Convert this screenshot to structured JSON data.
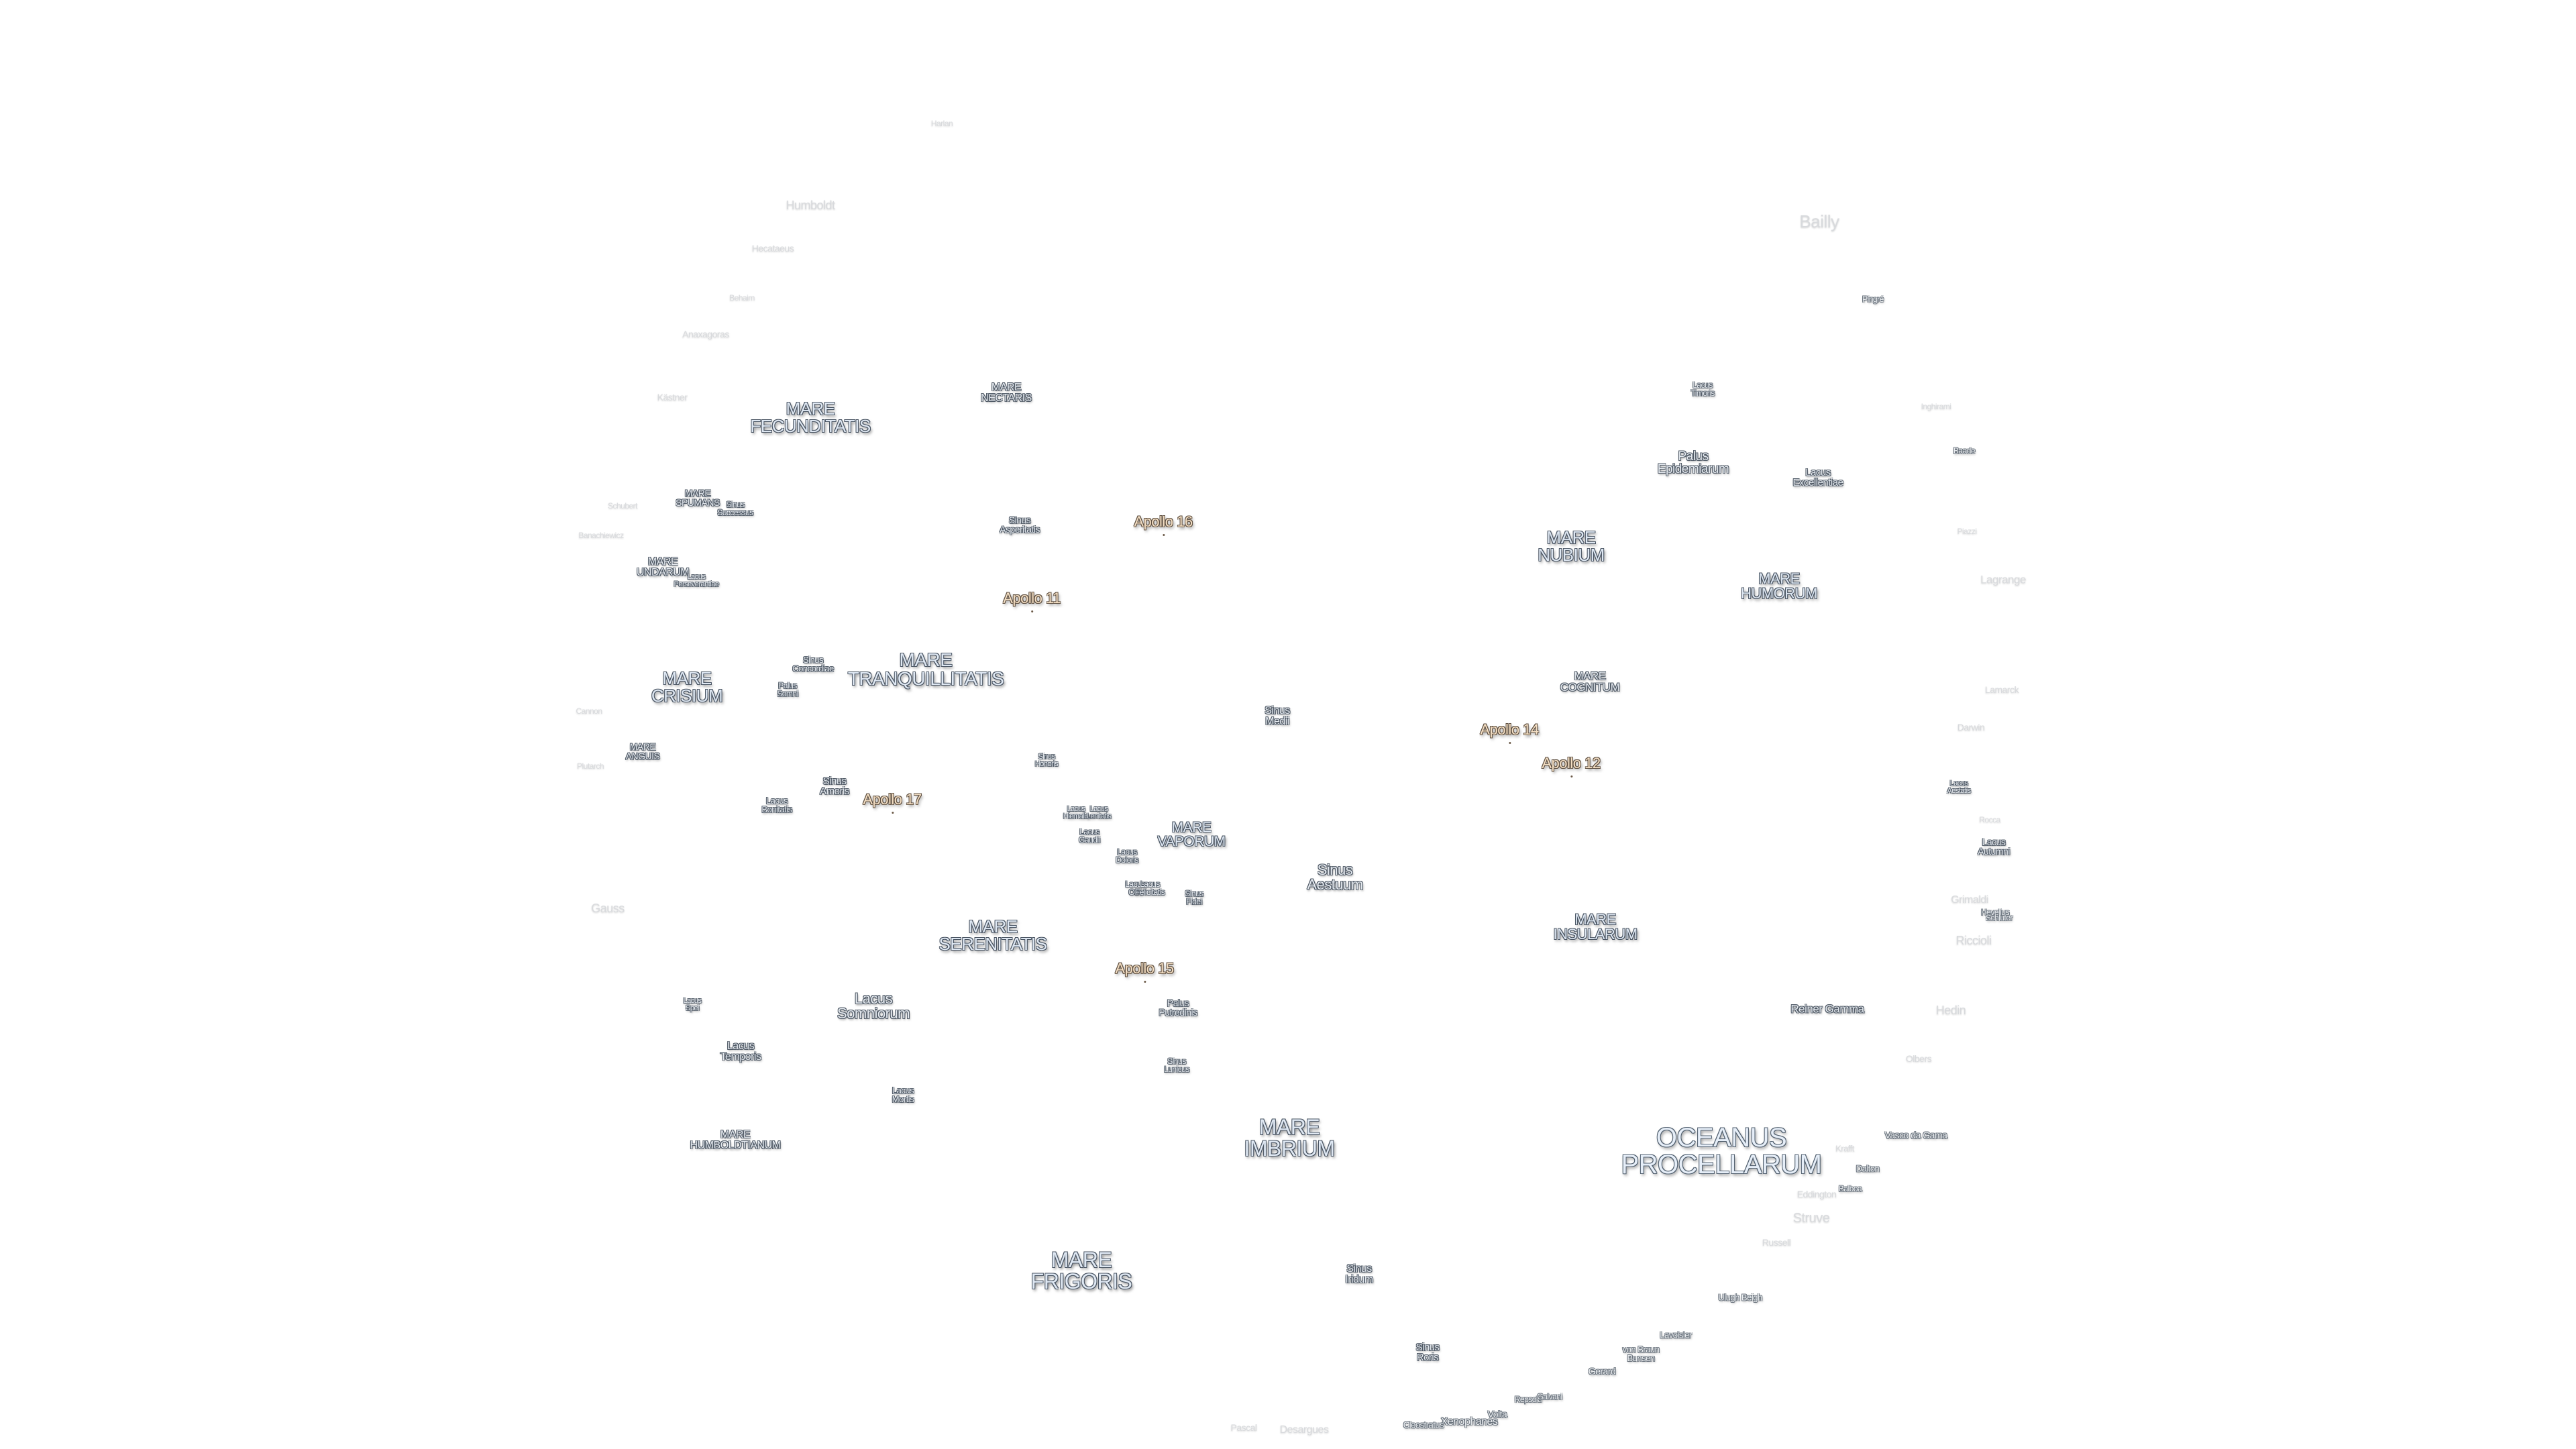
{
  "labels": [
    {
      "text": "MARE\nFECUNDITATIS",
      "kind": "mare"
    },
    {
      "text": "MARE\nNECTARIS",
      "kind": "minor"
    },
    {
      "text": "MARE\nSPUMANS",
      "kind": "minor"
    },
    {
      "text": "Sinus\nSuccessus",
      "kind": "minor"
    },
    {
      "text": "MARE\nUNDARUM",
      "kind": "minor"
    },
    {
      "text": "Lacus\nPerseverantiae",
      "kind": "minor"
    },
    {
      "text": "MARE\nCRISIUM",
      "kind": "mare"
    },
    {
      "text": "Sinus\nConcordiae",
      "kind": "minor"
    },
    {
      "text": "Palus\nSomni",
      "kind": "minor"
    },
    {
      "text": "MARE\nTRANQUILLITATIS",
      "kind": "mare"
    },
    {
      "text": "Sinus\nAsperitatis",
      "kind": "minor"
    },
    {
      "text": "MARE\nANGUIS",
      "kind": "minor"
    },
    {
      "text": "Lacus\nBonitatis",
      "kind": "minor"
    },
    {
      "text": "Sinus\nAmoris",
      "kind": "minor"
    },
    {
      "text": "Sinus\nHonoris",
      "kind": "minor"
    },
    {
      "text": "Lacus\nHiemalis",
      "kind": "minor"
    },
    {
      "text": "Lacus\nLenitatis",
      "kind": "minor"
    },
    {
      "text": "Lacus\nGaudii",
      "kind": "minor"
    },
    {
      "text": "Lacus\nDoloris",
      "kind": "minor"
    },
    {
      "text": "MARE\nVAPORUM",
      "kind": "mare"
    },
    {
      "text": "Lacus\nOdii",
      "kind": "minor"
    },
    {
      "text": "Lacus\nFelicitatis",
      "kind": "minor"
    },
    {
      "text": "Sinus\nFidei",
      "kind": "minor"
    },
    {
      "text": "Sinus\nMedii",
      "kind": "minor"
    },
    {
      "text": "Sinus\nAestuum",
      "kind": "minor"
    },
    {
      "text": "MARE\nSERENITATIS",
      "kind": "mare"
    },
    {
      "text": "Lacus\nSpei",
      "kind": "minor"
    },
    {
      "text": "Lacus\nSomniorum",
      "kind": "minor"
    },
    {
      "text": "Lacus\nTemporis",
      "kind": "minor"
    },
    {
      "text": "Palus\nPutredinis",
      "kind": "minor"
    },
    {
      "text": "Sinus\nLunicus",
      "kind": "minor"
    },
    {
      "text": "Lacus\nMortis",
      "kind": "minor"
    },
    {
      "text": "MARE\nHUMBOLDTIANUM",
      "kind": "minor"
    },
    {
      "text": "MARE\nIMBRIUM",
      "kind": "mare"
    },
    {
      "text": "MARE\nFRIGORIS",
      "kind": "mare"
    },
    {
      "text": "Sinus\nIridum",
      "kind": "minor"
    },
    {
      "text": "Sinus\nRoris",
      "kind": "minor"
    },
    {
      "text": "Lacus\nTimoris",
      "kind": "minor"
    },
    {
      "text": "Palus\nEpidemiarum",
      "kind": "minor"
    },
    {
      "text": "Lacus\nExcellentiae",
      "kind": "minor"
    },
    {
      "text": "MARE\nNUBIUM",
      "kind": "mare"
    },
    {
      "text": "MARE\nHUMORUM",
      "kind": "mare"
    },
    {
      "text": "MARE\nCOGNITUM",
      "kind": "minor"
    },
    {
      "text": "MARE\nINSULARUM",
      "kind": "mare"
    },
    {
      "text": "Lacus\nAestatis",
      "kind": "minor"
    },
    {
      "text": "Lacus\nAutumni",
      "kind": "minor"
    },
    {
      "text": "OCEANUS\nPROCELLARUM",
      "kind": "ocean"
    },
    {
      "text": "Reiner Gamma",
      "kind": "minor"
    },
    {
      "text": "Apollo 16",
      "kind": "apollo"
    },
    {
      "text": "Apollo 11",
      "kind": "apollo"
    },
    {
      "text": "Apollo 17",
      "kind": "apollo"
    },
    {
      "text": "Apollo 14",
      "kind": "apollo"
    },
    {
      "text": "Apollo 12",
      "kind": "apollo"
    },
    {
      "text": "Apollo 15",
      "kind": "apollo"
    },
    {
      "text": "Humboldt",
      "kind": "faint"
    },
    {
      "text": "Hecataeus",
      "kind": "faint"
    },
    {
      "text": "Behaim",
      "kind": "faint"
    },
    {
      "text": "Anaxagoras",
      "kind": "faint"
    },
    {
      "text": "Kästner",
      "kind": "faint"
    },
    {
      "text": "Schubert",
      "kind": "faint"
    },
    {
      "text": "Banachiewicz",
      "kind": "faint"
    },
    {
      "text": "Cannon",
      "kind": "faint"
    },
    {
      "text": "Plutarch",
      "kind": "faint"
    },
    {
      "text": "Gauss",
      "kind": "faint"
    },
    {
      "text": "Harlan",
      "kind": "faint"
    },
    {
      "text": "Bailly",
      "kind": "faint"
    },
    {
      "text": "Pingré",
      "kind": "crater"
    },
    {
      "text": "Inghirami",
      "kind": "faint"
    },
    {
      "text": "Baade",
      "kind": "crater"
    },
    {
      "text": "Piazzi",
      "kind": "faint"
    },
    {
      "text": "Lagrange",
      "kind": "faint"
    },
    {
      "text": "Lamarck",
      "kind": "faint"
    },
    {
      "text": "Darwin",
      "kind": "faint"
    },
    {
      "text": "Rocca",
      "kind": "faint"
    },
    {
      "text": "Grimaldi",
      "kind": "faint"
    },
    {
      "text": "Hevelius",
      "kind": "crater"
    },
    {
      "text": "Schluter",
      "kind": "crater"
    },
    {
      "text": "Riccioli",
      "kind": "faint"
    },
    {
      "text": "Hedin",
      "kind": "faint"
    },
    {
      "text": "Olbers",
      "kind": "faint"
    },
    {
      "text": "Vasco da Gama",
      "kind": "crater"
    },
    {
      "text": "Krafft",
      "kind": "faint"
    },
    {
      "text": "Dalton",
      "kind": "crater"
    },
    {
      "text": "Eddington",
      "kind": "faint"
    },
    {
      "text": "Balboa",
      "kind": "crater"
    },
    {
      "text": "Struve",
      "kind": "faint"
    },
    {
      "text": "Russell",
      "kind": "faint"
    },
    {
      "text": "Ulugh Beigh",
      "kind": "crater"
    },
    {
      "text": "Lavoisier",
      "kind": "crater"
    },
    {
      "text": "von Braun\nBunsen",
      "kind": "crater"
    },
    {
      "text": "Gerard",
      "kind": "crater"
    },
    {
      "text": "Repsold",
      "kind": "crater"
    },
    {
      "text": "Galvani",
      "kind": "crater"
    },
    {
      "text": "Volta",
      "kind": "crater"
    },
    {
      "text": "Xenophanes",
      "kind": "crater"
    },
    {
      "text": "Cleostratus",
      "kind": "crater"
    },
    {
      "text": "Pascal",
      "kind": "faint"
    },
    {
      "text": "Desargues",
      "kind": "faint"
    }
  ]
}
